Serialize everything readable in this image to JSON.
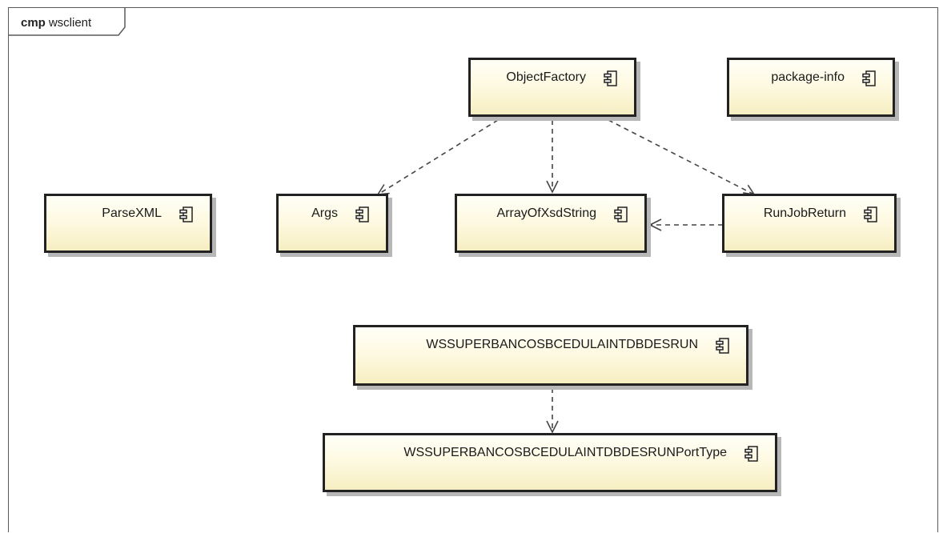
{
  "frame": {
    "keyword": "cmp",
    "name": "wsclient"
  },
  "components": {
    "object_factory": {
      "label": "ObjectFactory",
      "icon": "component-icon"
    },
    "package_info": {
      "label": "package-info",
      "icon": "component-icon"
    },
    "parse_xml": {
      "label": "ParseXML",
      "icon": "component-icon"
    },
    "args": {
      "label": "Args",
      "icon": "component-icon"
    },
    "array_of_xsd_string": {
      "label": "ArrayOfXsdString",
      "icon": "component-icon"
    },
    "run_job_return": {
      "label": "RunJobReturn",
      "icon": "component-icon"
    },
    "ws_run": {
      "label": "WSSUPERBANCOSBCEDULAINTDBDESRUN",
      "icon": "component-icon"
    },
    "ws_run_port_type": {
      "label": "WSSUPERBANCOSBCEDULAINTDBDESRUNPortType",
      "icon": "component-icon"
    }
  },
  "dependencies": [
    {
      "from": "ObjectFactory",
      "to": "Args"
    },
    {
      "from": "ObjectFactory",
      "to": "ArrayOfXsdString"
    },
    {
      "from": "ObjectFactory",
      "to": "RunJobReturn"
    },
    {
      "from": "RunJobReturn",
      "to": "ArrayOfXsdString"
    },
    {
      "from": "WSSUPERBANCOSBCEDULAINTDBDESRUN",
      "to": "WSSUPERBANCOSBCEDULAINTDBDESRUNPortType"
    }
  ],
  "colors": {
    "component_fill": "#fdf8dd",
    "border": "#222222",
    "shadow": "#b7b7b7",
    "dependency": "#444444"
  }
}
